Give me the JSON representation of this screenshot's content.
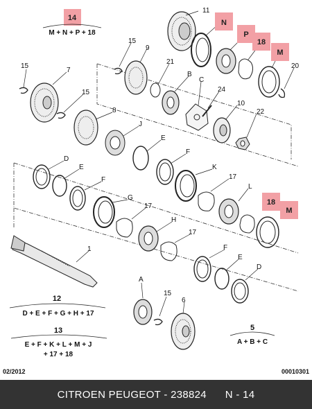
{
  "callouts": {
    "c14": "14",
    "cN": "N",
    "cP": "P",
    "c18a": "18",
    "cM": "M",
    "c18b": "18",
    "cM2": "M",
    "c11": "11",
    "c9": "9",
    "c15a": "15",
    "c21": "21",
    "cB": "B",
    "cC": "C",
    "c20": "20",
    "c15b": "15",
    "c7": "7",
    "c15c": "15",
    "c8": "8",
    "c24": "24",
    "c10": "10",
    "c22": "22",
    "cJ": "J",
    "cE1": "E",
    "cF1": "F",
    "cD1": "D",
    "cE2": "E",
    "cF2": "F",
    "cK": "K",
    "c17a": "17",
    "cG": "G",
    "c17b": "17",
    "cL": "L",
    "cH": "H",
    "c17c": "17",
    "c1": "1",
    "cF3": "F",
    "cE3": "E",
    "cD2": "D",
    "cA": "A",
    "c15d": "15",
    "c6": "6"
  },
  "formulas": {
    "f14": "M + N + P + 18",
    "f12": "12",
    "f12body": "D + E + F + G + H + 17",
    "f13": "13",
    "f13line1": "E + F + K + L + M + J",
    "f13line2": "+ 17 + 18",
    "f5": "5",
    "f5body": "A + B + C"
  },
  "date": "02/2012",
  "code": "00010301",
  "footer": "CITROEN PEUGEOT - 238824      N - 14",
  "colors": {
    "highlight": "#f2a0a5",
    "footer_bg": "#333333"
  }
}
